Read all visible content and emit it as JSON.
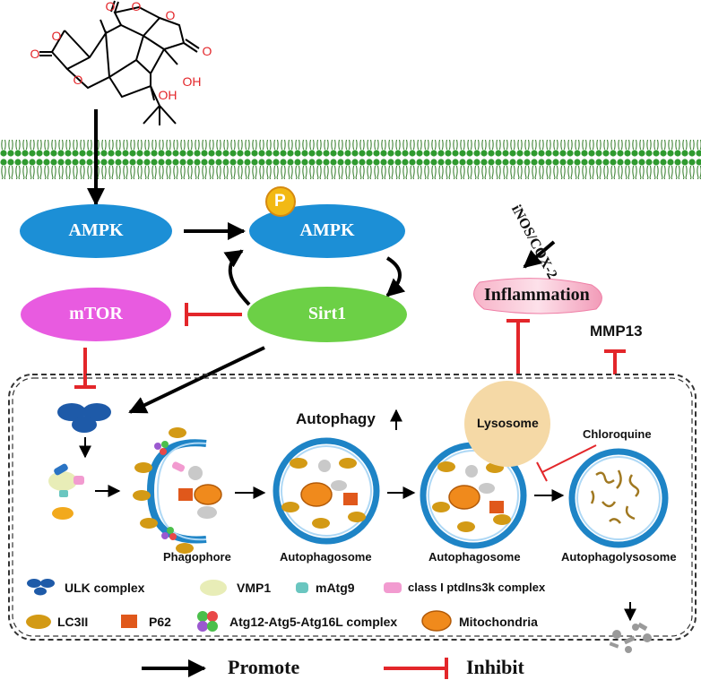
{
  "molecule": {
    "oxygen_label": "O",
    "hydroxyl_label": "OH"
  },
  "signaling": {
    "ampk": "AMPK",
    "p_ampk": "AMPK",
    "phospho": "P",
    "mtor": "mTOR",
    "sirt1": "Sirt1",
    "inos_cox2": "iNOS/COX-2",
    "inflammation": "Inflammation",
    "mmp13": "MMP13"
  },
  "autophagy": {
    "autophagy_label": "Autophagy",
    "up_arrow": "↑",
    "lysosome": "Lysosome",
    "chloroquine": "Chloroquine",
    "stages": [
      "Phagophore",
      "Autophagosome",
      "Autophagosome",
      "Autophagolysosome"
    ]
  },
  "legend_items": {
    "ulk": "ULK complex",
    "vmp1": "VMP1",
    "matg9": "mAtg9",
    "pi3k": "class I ptdIns3k complex",
    "lc3": "LC3II",
    "p62": "P62",
    "atg": "Atg12-Atg5-Atg16L complex",
    "mito": "Mitochondria"
  },
  "key": {
    "promote": "Promote",
    "inhibit": "Inhibit"
  },
  "colors": {
    "ampk_blue": "#1c8fd6",
    "mtor_magenta": "#e85be0",
    "sirt1_green": "#6cd046",
    "membrane_green": "#3a9a2c",
    "inhibit_red": "#e3262a",
    "lysosome_tan": "#f5d9a6",
    "vesicle_blue": "#1e84c6",
    "lc3_orange": "#d39a15",
    "p62_orange": "#e0581b",
    "phospho_yellow": "#f2b914"
  }
}
